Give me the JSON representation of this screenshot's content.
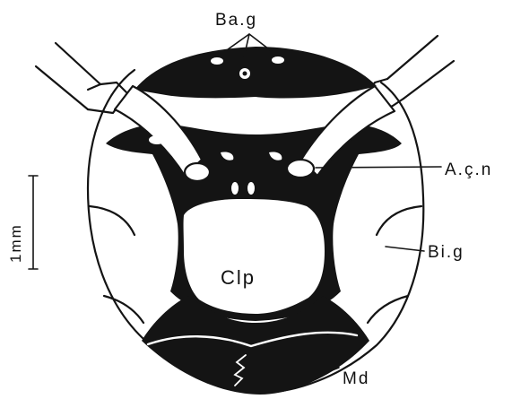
{
  "labels": {
    "basal_gland": "Ba.g",
    "antennal_socket": "A.ç.n",
    "bigland": "Bi.g",
    "clypeus": "Clp",
    "mandible": "Md",
    "scale_bar": "1mm"
  },
  "colors": {
    "ink": "#141414",
    "paper": "#ffffff"
  }
}
